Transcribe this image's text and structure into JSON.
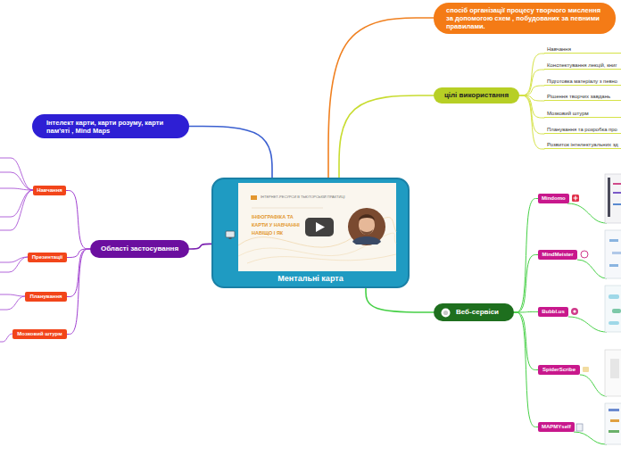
{
  "diagram": {
    "nodes": [
      {
        "text": [
          "Ментальні карта"
        ]
      },
      {
        "text": [
          "спосіб організації процесу творчого мислення за допомогою схем , побудованих за певними правилами."
        ]
      },
      {
        "text": [
          "цілі використання"
        ]
      },
      {
        "text": [
          "Навчання"
        ]
      },
      {
        "text": [
          "Конспектування лекцій, книг"
        ]
      },
      {
        "text": [
          "Підготовка матеріалу з певно"
        ]
      },
      {
        "text": [
          "Рішення творчих завдань"
        ]
      },
      {
        "text": [
          "Мозковий штурм"
        ]
      },
      {
        "text": [
          "Планування та розробка про"
        ]
      },
      {
        "text": [
          "Розвиток інтелектуальних зд"
        ]
      },
      {
        "text": [
          "Інтелект карти, карти розуму, карти пам'яті , Mind Maps"
        ]
      },
      {
        "text": [
          "Області застосування"
        ]
      },
      {
        "text": [
          "Навчання"
        ]
      },
      {
        "text": [
          "Презентації"
        ]
      },
      {
        "text": [
          "Планування"
        ]
      },
      {
        "text": [
          "Мозковий штурм"
        ]
      },
      {
        "text": [
          "Веб-сервіси"
        ]
      },
      {
        "text": [
          "Mindomo"
        ]
      },
      {
        "text": [
          "MindMeister"
        ]
      },
      {
        "text": [
          "Bubbl.us"
        ]
      },
      {
        "text": [
          "SpiderScribe"
        ]
      },
      {
        "text": [
          "MAPMYself"
        ]
      }
    ],
    "edges": [
      {
        "from": 0,
        "to": 1,
        "arrow": "none"
      },
      {
        "from": 0,
        "to": 2,
        "arrow": "none"
      },
      {
        "from": 0,
        "to": 10,
        "arrow": "none"
      },
      {
        "from": 0,
        "to": 11,
        "arrow": "none"
      },
      {
        "from": 0,
        "to": 16,
        "arrow": "none"
      },
      {
        "from": 2,
        "to": 3,
        "arrow": "none"
      },
      {
        "from": 2,
        "to": 4,
        "arrow": "none"
      },
      {
        "from": 2,
        "to": 5,
        "arrow": "none"
      },
      {
        "from": 2,
        "to": 6,
        "arrow": "none"
      },
      {
        "from": 2,
        "to": 7,
        "arrow": "none"
      },
      {
        "from": 2,
        "to": 8,
        "arrow": "none"
      },
      {
        "from": 2,
        "to": 9,
        "arrow": "none"
      },
      {
        "from": 11,
        "to": 12,
        "arrow": "none"
      },
      {
        "from": 11,
        "to": 13,
        "arrow": "none"
      },
      {
        "from": 11,
        "to": 14,
        "arrow": "none"
      },
      {
        "from": 11,
        "to": 15,
        "arrow": "none"
      },
      {
        "from": 16,
        "to": 17,
        "arrow": "none"
      },
      {
        "from": 16,
        "to": 18,
        "arrow": "none"
      },
      {
        "from": 16,
        "to": 19,
        "arrow": "none"
      },
      {
        "from": 16,
        "to": 20,
        "arrow": "none"
      },
      {
        "from": 16,
        "to": 21,
        "arrow": "none"
      }
    ],
    "labels": [
      "ІНТЕРНЕТ-РЕСУРСИ В ТЬЮТОРСЬКІЙ ПРАКТИЦІ",
      "ІНФОГРАФІКА ТА",
      "КАРТИ У НАВЧАННІ",
      "НАВІЩО І ЯК"
    ]
  }
}
